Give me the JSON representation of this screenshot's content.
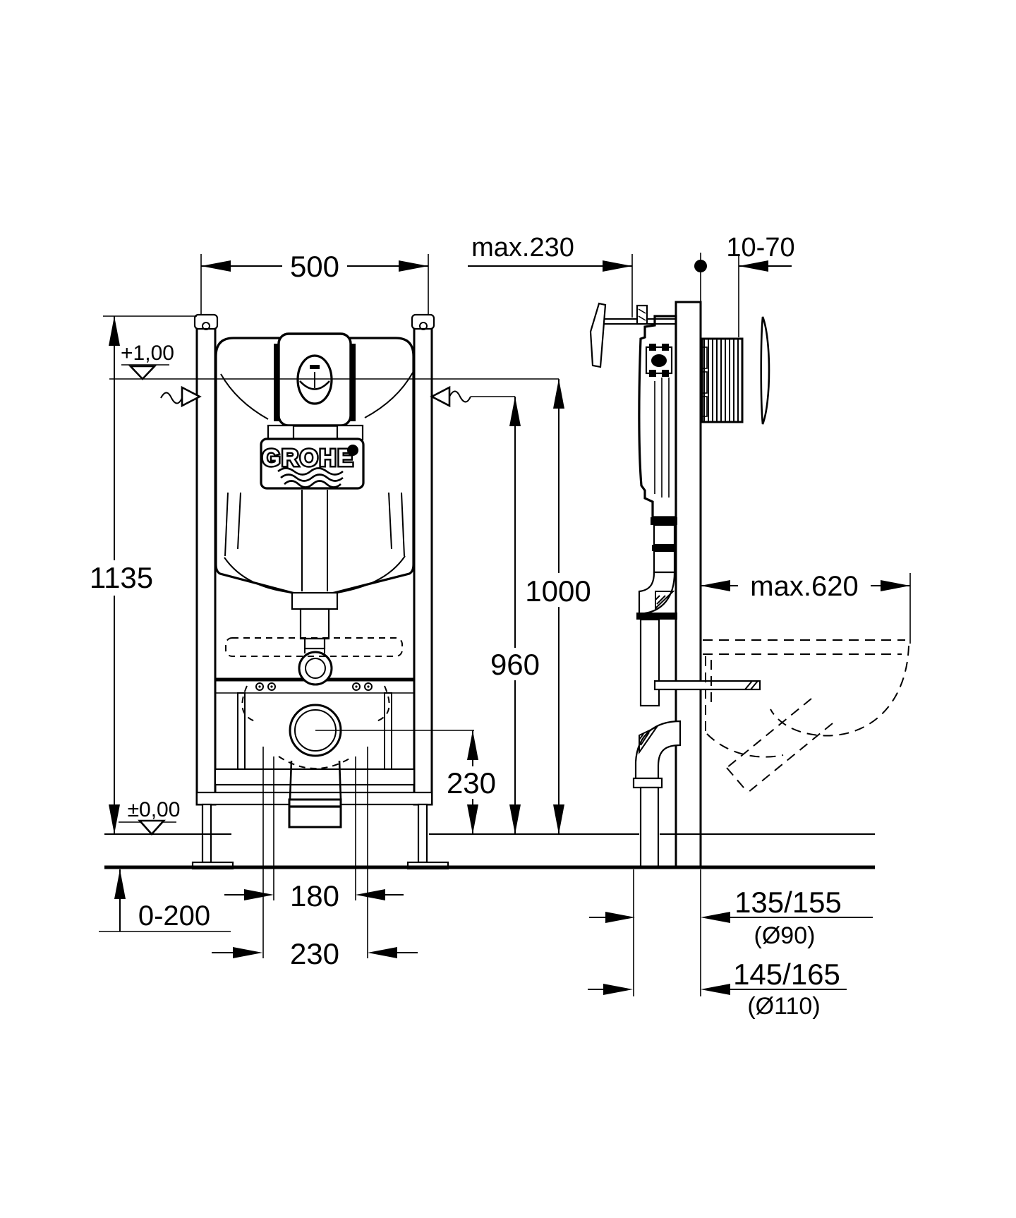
{
  "drawing": {
    "type": "technical-installation-drawing",
    "brand": {
      "logo_text": "GROHE"
    },
    "colors": {
      "line": "#000000",
      "background": "#ffffff"
    },
    "front_view": {
      "dim_frame_width": "500",
      "dim_frame_height": "1135",
      "level_upper": "+1,00",
      "level_zero": "±0,00",
      "dim_flush_center_height": "1000",
      "dim_wall_ref_height": "960",
      "dim_outlet_center_height": "230",
      "dim_floor_buildup_range": "0-200",
      "dim_outlet_inner_width": "180",
      "dim_outlet_outer_width": "230"
    },
    "side_view": {
      "dim_wall_offset_max": "max.230",
      "dim_plate_adjust_range": "10-70",
      "dim_depth_max": "max.620",
      "dim_drain_offset_small": "135/155",
      "dim_drain_pipe_small": "(Ø90)",
      "dim_drain_offset_large": "145/165",
      "dim_drain_pipe_large": "(Ø110)"
    }
  }
}
